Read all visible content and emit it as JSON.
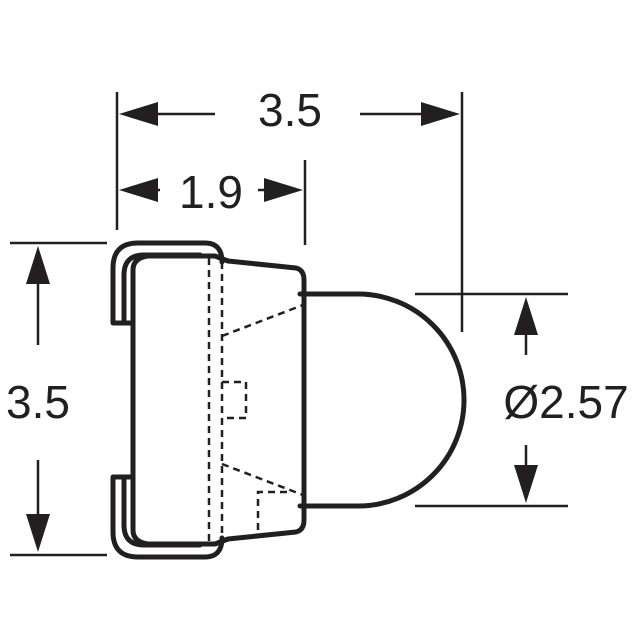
{
  "dimensions": {
    "overall_width": "3.5",
    "body_width": "1.9",
    "overall_height": "3.5",
    "lens_diameter": "Ø2.57"
  },
  "colors": {
    "line": "#231f20",
    "background": "#ffffff"
  }
}
